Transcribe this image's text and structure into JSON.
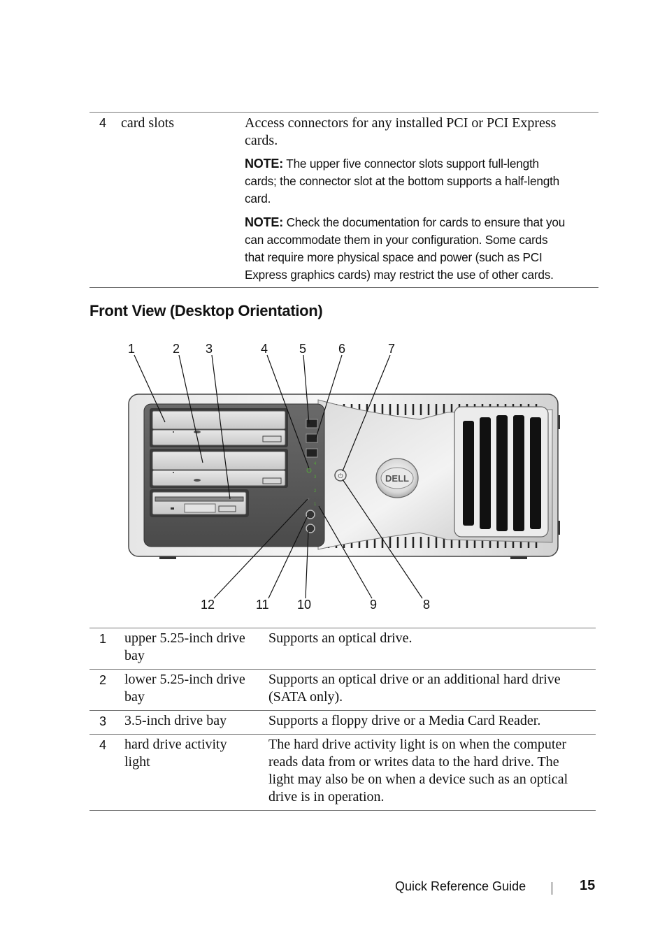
{
  "top_row": {
    "number": "4",
    "item": "card slots",
    "description": "Access connectors for any installed PCI or PCI Express cards.",
    "note_label": "NOTE:",
    "note1_lines": [
      "The upper five connector slots support full-length",
      "cards; the connector slot at the bottom supports a half-length",
      "card."
    ],
    "note2_lines": [
      "Check the documentation for cards to ensure that you",
      "can accommodate them in your configuration. Some cards",
      "that require more physical space and power (such as PCI",
      "Express graphics cards) may restrict the use of other cards."
    ]
  },
  "section_title": "Front View (Desktop Orientation)",
  "figure": {
    "logo_text": "DELL",
    "top_callouts": [
      "1",
      "2",
      "3",
      "4",
      "5",
      "6",
      "7"
    ],
    "bottom_callouts": [
      "12",
      "11",
      "10",
      "9",
      "8"
    ],
    "led_numbers": [
      "4",
      "3",
      "2",
      "1"
    ]
  },
  "bottom_table": [
    {
      "number": "1",
      "item_lines": [
        "upper 5.25-inch drive",
        "bay"
      ],
      "desc_lines": [
        "Supports an optical drive."
      ]
    },
    {
      "number": "2",
      "item_lines": [
        "lower 5.25-inch drive",
        "bay"
      ],
      "desc_lines": [
        "Supports an optical drive or an additional hard drive",
        "(SATA only)."
      ]
    },
    {
      "number": "3",
      "item_lines": [
        "3.5-inch drive bay"
      ],
      "desc_lines": [
        "Supports a floppy drive or a Media Card Reader."
      ]
    },
    {
      "number": "4",
      "item_lines": [
        "hard drive activity",
        "light"
      ],
      "desc_lines": [
        "The hard drive activity light is on when the computer",
        "reads data from or writes data to the hard drive. The",
        "light may also be on when a device such as an optical",
        "drive is in operation."
      ]
    }
  ],
  "footer": {
    "label": "Quick Reference Guide",
    "page_number": "15"
  }
}
